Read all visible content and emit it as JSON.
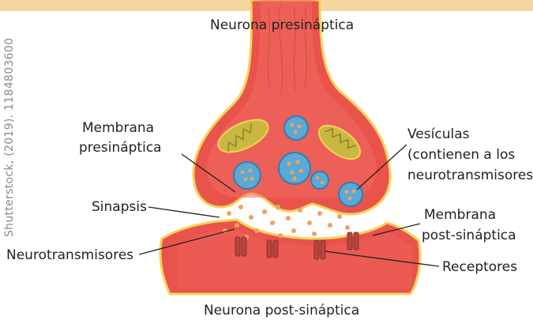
{
  "credit": "Shutterstock, (2019). 1184803600",
  "labels": {
    "presynaptic_neuron": "Neurona presináptica",
    "presynaptic_membrane_1": "Membrana",
    "presynaptic_membrane_2": "presináptica",
    "vesicles_1": "Vesículas",
    "vesicles_2": "(contienen a los",
    "vesicles_3": "neurotransmisores",
    "synapse": "Sinapsis",
    "postsynaptic_membrane_1": "Membrana",
    "postsynaptic_membrane_2": "post-sináptica",
    "neurotransmitters": "Neurotransmisores",
    "receptors": "Receptores",
    "postsynaptic_neuron": "Neurona post-sináptica"
  },
  "colors": {
    "top_band": "#f5d7a0",
    "neuron_fill": "#e9534b",
    "neuron_inner": "#f06c63",
    "membrane_edge": "#f3d25a",
    "vesicle_fill": "#5aa9d6",
    "mitochondria": "#c8b842",
    "receptor": "#b5453f",
    "neurotransmitter": "#f0a35e"
  }
}
